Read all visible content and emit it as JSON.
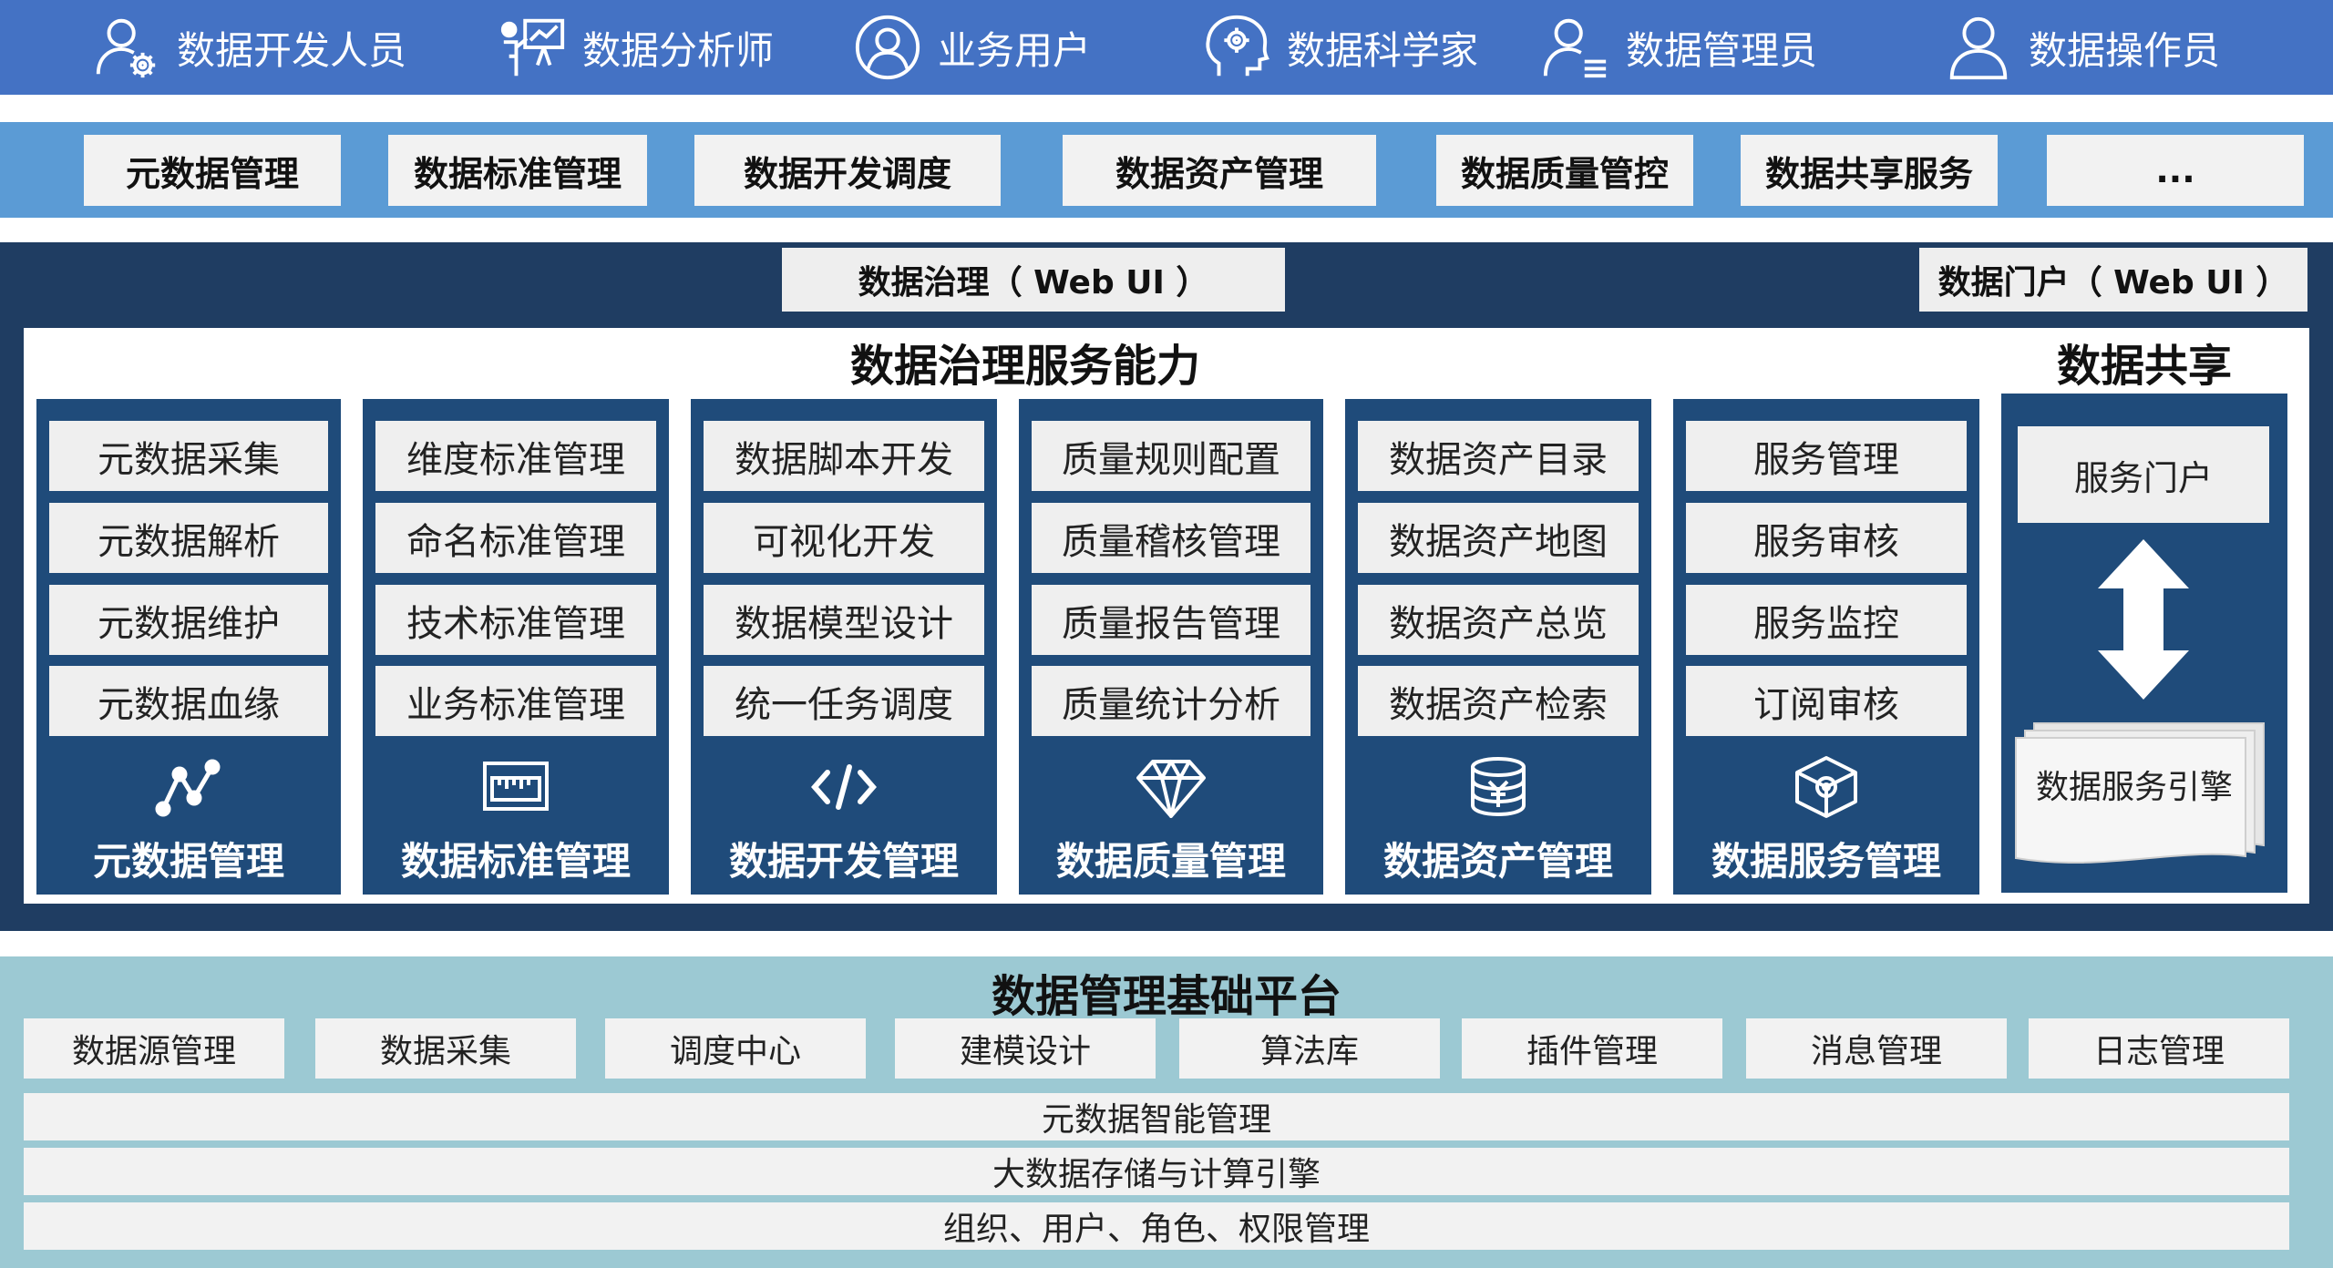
{
  "roles": [
    {
      "label": "数据开发人员",
      "icon": "developer-icon"
    },
    {
      "label": "数据分析师",
      "icon": "analyst-icon"
    },
    {
      "label": "业务用户",
      "icon": "business-user-icon"
    },
    {
      "label": "数据科学家",
      "icon": "scientist-icon"
    },
    {
      "label": "数据管理员",
      "icon": "admin-icon"
    },
    {
      "label": "数据操作员",
      "icon": "operator-icon"
    }
  ],
  "modules": [
    "元数据管理",
    "数据标准管理",
    "数据开发调度",
    "数据资产管理",
    "数据质量管控",
    "数据共享服务",
    "..."
  ],
  "governance": {
    "webui_left": "数据治理（ Web UI ）",
    "webui_right": "数据门户（ Web UI ）",
    "capability_title": "数据治理服务能力",
    "share_title": "数据共享",
    "columns": [
      {
        "title": "元数据管理",
        "icon": "metadata-graph-icon",
        "items": [
          "元数据采集",
          "元数据解析",
          "元数据维护",
          "元数据血缘"
        ]
      },
      {
        "title": "数据标准管理",
        "icon": "ruler-icon",
        "items": [
          "维度标准管理",
          "命名标准管理",
          "技术标准管理",
          "业务标准管理"
        ]
      },
      {
        "title": "数据开发管理",
        "icon": "code-icon",
        "items": [
          "数据脚本开发",
          "可视化开发",
          "数据模型设计",
          "统一任务调度"
        ]
      },
      {
        "title": "数据质量管理",
        "icon": "diamond-icon",
        "items": [
          "质量规则配置",
          "质量稽核管理",
          "质量报告管理",
          "质量统计分析"
        ]
      },
      {
        "title": "数据资产管理",
        "icon": "coin-stack-icon",
        "items": [
          "数据资产目录",
          "数据资产地图",
          "数据资产总览",
          "数据资产检索"
        ]
      },
      {
        "title": "数据服务管理",
        "icon": "cube-gear-icon",
        "items": [
          "服务管理",
          "服务审核",
          "服务监控",
          "订阅审核"
        ]
      }
    ],
    "share": {
      "portal": "服务门户",
      "engine": "数据服务引擎"
    }
  },
  "base": {
    "title": "数据管理基础平台",
    "items": [
      "数据源管理",
      "数据采集",
      "调度中心",
      "建模设计",
      "算法库",
      "插件管理",
      "消息管理",
      "日志管理"
    ],
    "rows": [
      "元数据智能管理",
      "大数据存储与计算引擎",
      "组织、用户、角色、权限管理"
    ]
  },
  "colors": {
    "role_band": "#4472c4",
    "module_band": "#5b9bd5",
    "dark": "#1f3d62",
    "column": "#1f4b7a",
    "base_band": "#9cc9d3"
  }
}
